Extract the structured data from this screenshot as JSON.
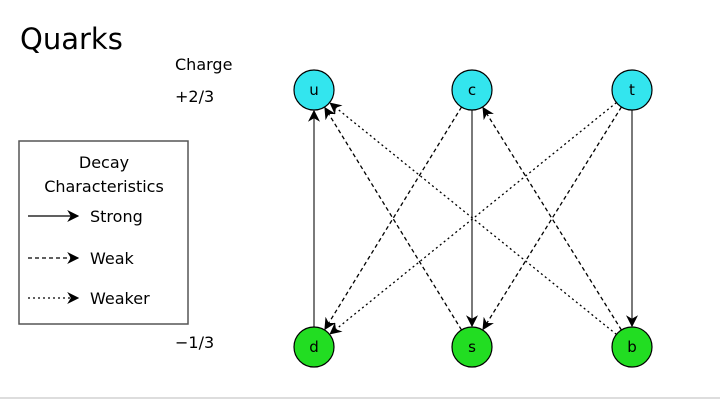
{
  "title": "Quarks",
  "charge": {
    "header": "Charge",
    "upper": "+2/3",
    "lower": "−1/3"
  },
  "legend": {
    "title_line1": "Decay",
    "title_line2": "Characteristics",
    "items": [
      {
        "label": "Strong",
        "style": "strong"
      },
      {
        "label": "Weak",
        "style": "weak"
      },
      {
        "label": "Weaker",
        "style": "weaker"
      }
    ]
  },
  "colors": {
    "up_type": "#33e5ee",
    "down_type": "#22dd22",
    "outline": "#000000"
  },
  "quarks": {
    "up_type": [
      "u",
      "c",
      "t"
    ],
    "down_type": [
      "d",
      "s",
      "b"
    ]
  },
  "decays": [
    {
      "from": "d",
      "to": "u",
      "style": "strong"
    },
    {
      "from": "c",
      "to": "s",
      "style": "strong"
    },
    {
      "from": "t",
      "to": "b",
      "style": "strong"
    },
    {
      "from": "s",
      "to": "u",
      "style": "weak"
    },
    {
      "from": "c",
      "to": "d",
      "style": "weak"
    },
    {
      "from": "t",
      "to": "s",
      "style": "weak"
    },
    {
      "from": "b",
      "to": "c",
      "style": "weak"
    },
    {
      "from": "b",
      "to": "u",
      "style": "weaker"
    },
    {
      "from": "t",
      "to": "d",
      "style": "weaker"
    }
  ]
}
